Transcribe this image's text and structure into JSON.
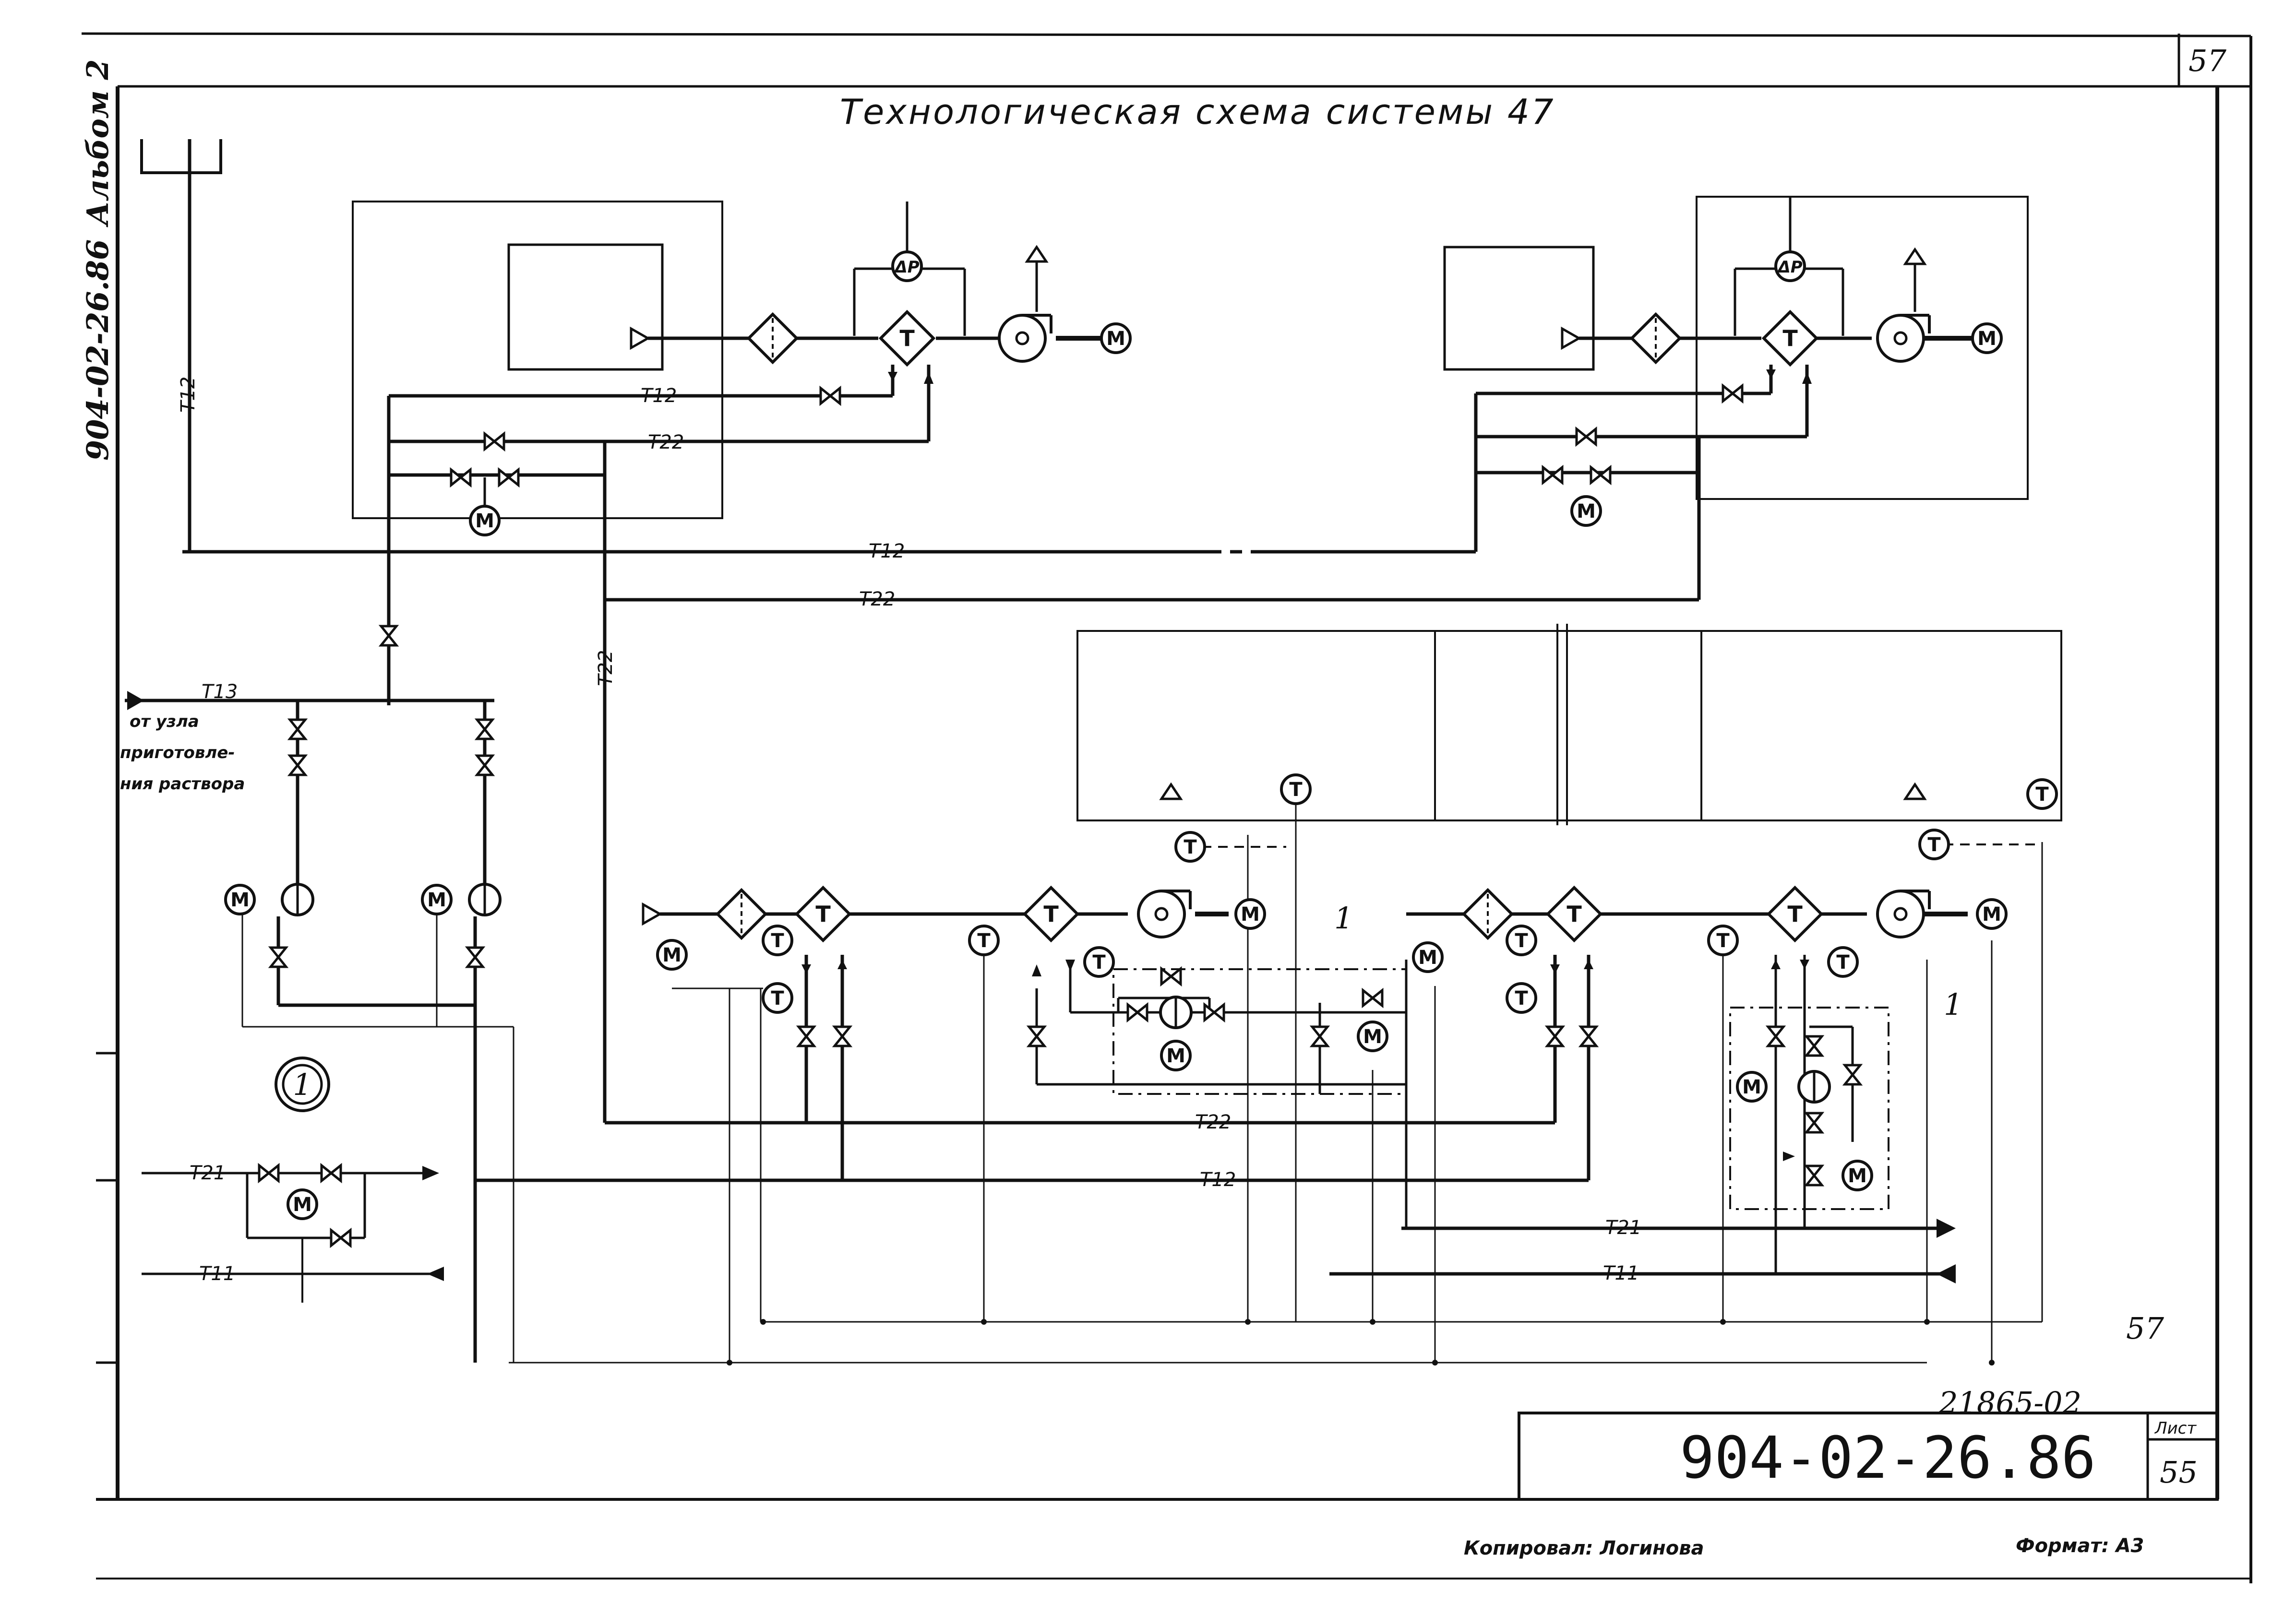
{
  "title": "Технологическая    схема    системы 47",
  "sheet_number_top": "57",
  "side_album": "Альбом 2",
  "side_code": "904-02-26.86",
  "pipe_labels": {
    "t12": "T12",
    "t22": "T22",
    "t13": "T13",
    "t21": "T21",
    "t11": "T11"
  },
  "source_note": {
    "line1": "от узла",
    "line2": "приготовле-",
    "line3": "ния раствора"
  },
  "detail_marker": "1",
  "callout_marker": "1",
  "instrument_letters": {
    "motor": "M",
    "temperature": "T",
    "pressure_diff": "ΔP"
  },
  "handwritten_page": "57",
  "doc_number_hand": "21865-02",
  "stamp": {
    "code": "904-02-26.86",
    "sheet_label": "Лист",
    "sheet_value": "55"
  },
  "footer": {
    "copied_by": "Копировал: Логинова",
    "format": "Формат: А3"
  }
}
